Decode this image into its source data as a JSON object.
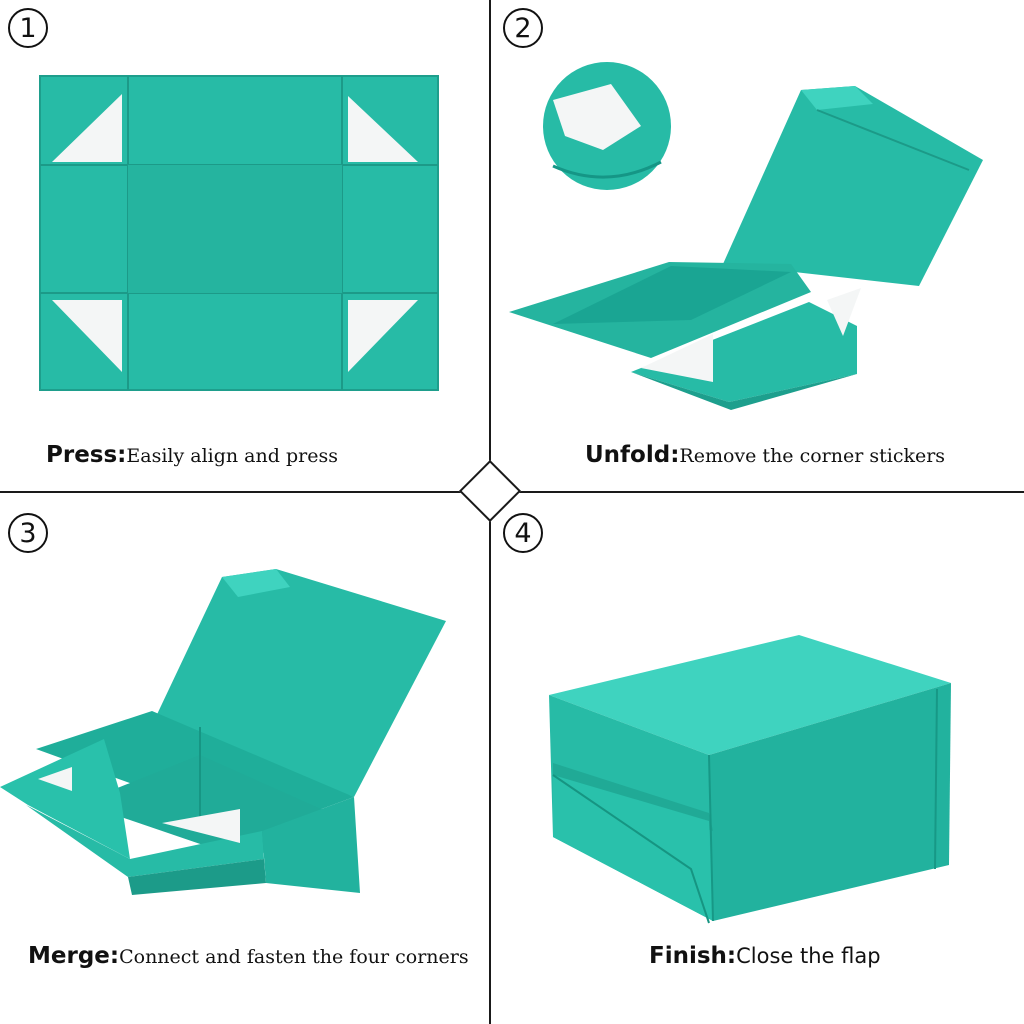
{
  "colors": {
    "box_teal": "#27bba6",
    "box_teal_light": "#3fd3bf",
    "box_teal_dark": "#179a88",
    "inner_white": "#f4f6f6",
    "line": "#1a1a1a"
  },
  "steps": [
    {
      "number": "1",
      "keyword": "Press:",
      "description": "Easily align and press"
    },
    {
      "number": "2",
      "keyword": "Unfold:",
      "description": "Remove the corner stickers"
    },
    {
      "number": "3",
      "keyword": "Merge:",
      "description": "Connect and fasten the four corners"
    },
    {
      "number": "4",
      "keyword": "Finish:",
      "description": "Close the flap"
    }
  ]
}
